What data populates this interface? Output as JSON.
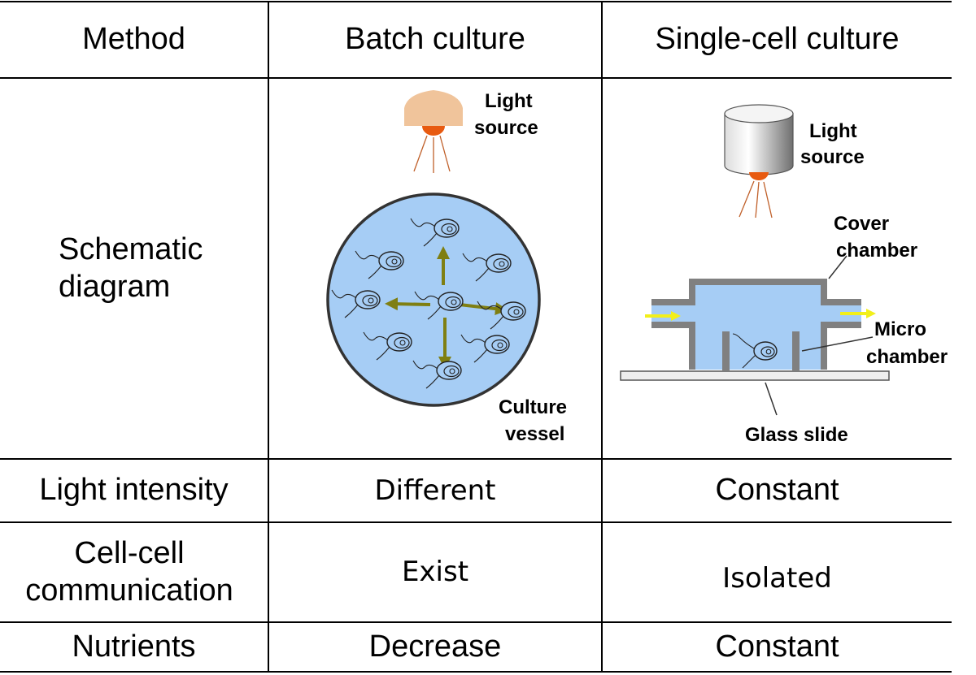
{
  "header": {
    "method": "Method",
    "batch": "Batch culture",
    "single": "Single-cell culture"
  },
  "rows": {
    "schematic_label": "Schematic diagram",
    "light_intensity": {
      "label": "Light intensity",
      "batch": "Different",
      "single": "Constant"
    },
    "cell_communication": {
      "label": "Cell-cell communication",
      "batch": "Exist",
      "single": "Isolated"
    },
    "nutrients": {
      "label": "Nutrients",
      "batch": "Decrease",
      "single": "Constant"
    }
  },
  "batch_diagram": {
    "light_source_line1": "Light",
    "light_source_line2": "source",
    "vessel_line1": "Culture",
    "vessel_line2": "vessel"
  },
  "single_diagram": {
    "light_source_line1": "Light",
    "light_source_line2": "source",
    "cover_line1": "Cover",
    "cover_line2": "chamber",
    "micro_line1": "Micro",
    "micro_line2": "chamber",
    "glass_slide": "Glass slide"
  },
  "colors": {
    "medium": "#a6cdf5",
    "vessel_border": "#333333",
    "lamp_shade": "#f0c49b",
    "bulb": "#e85a10",
    "arrow": "#7f7f12",
    "flow_arrow": "#f2ef1a",
    "chamber_wall": "#808080"
  }
}
